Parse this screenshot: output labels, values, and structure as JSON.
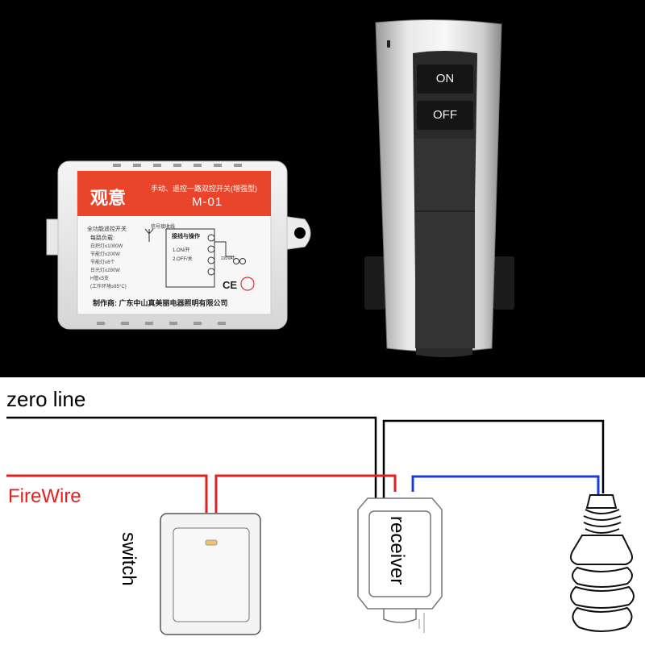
{
  "module": {
    "brand": "观意",
    "description": "手动、遥控一路双控开关(增强型)",
    "model": "M-01",
    "function": "全功能遥控开关",
    "load_title": "每路负载:",
    "specs": [
      "白炽灯≤1000W",
      "节能灯≤200W",
      "节能灯≤6个",
      "日光灯≤280W",
      "H管≤5支",
      "(工作环境≤85°C)"
    ],
    "signal": "信号接收线",
    "wiring_title": "接线与操作",
    "step1": "1.ON/开",
    "step2": "2.OFF/关",
    "voltage": "220VAC",
    "ce_mark": "CE",
    "maker": "制作商: 广东中山真美丽电器照明有限公司"
  },
  "remote": {
    "on_label": "ON",
    "off_label": "OFF"
  },
  "wiring": {
    "zero_line_label": "zero line",
    "fire_label": "FireWire",
    "switch_label": "switch",
    "receiver_label": "receiver",
    "colors": {
      "zero": "#000000",
      "fire": "#e32020",
      "load": "#1a3fd6"
    }
  }
}
